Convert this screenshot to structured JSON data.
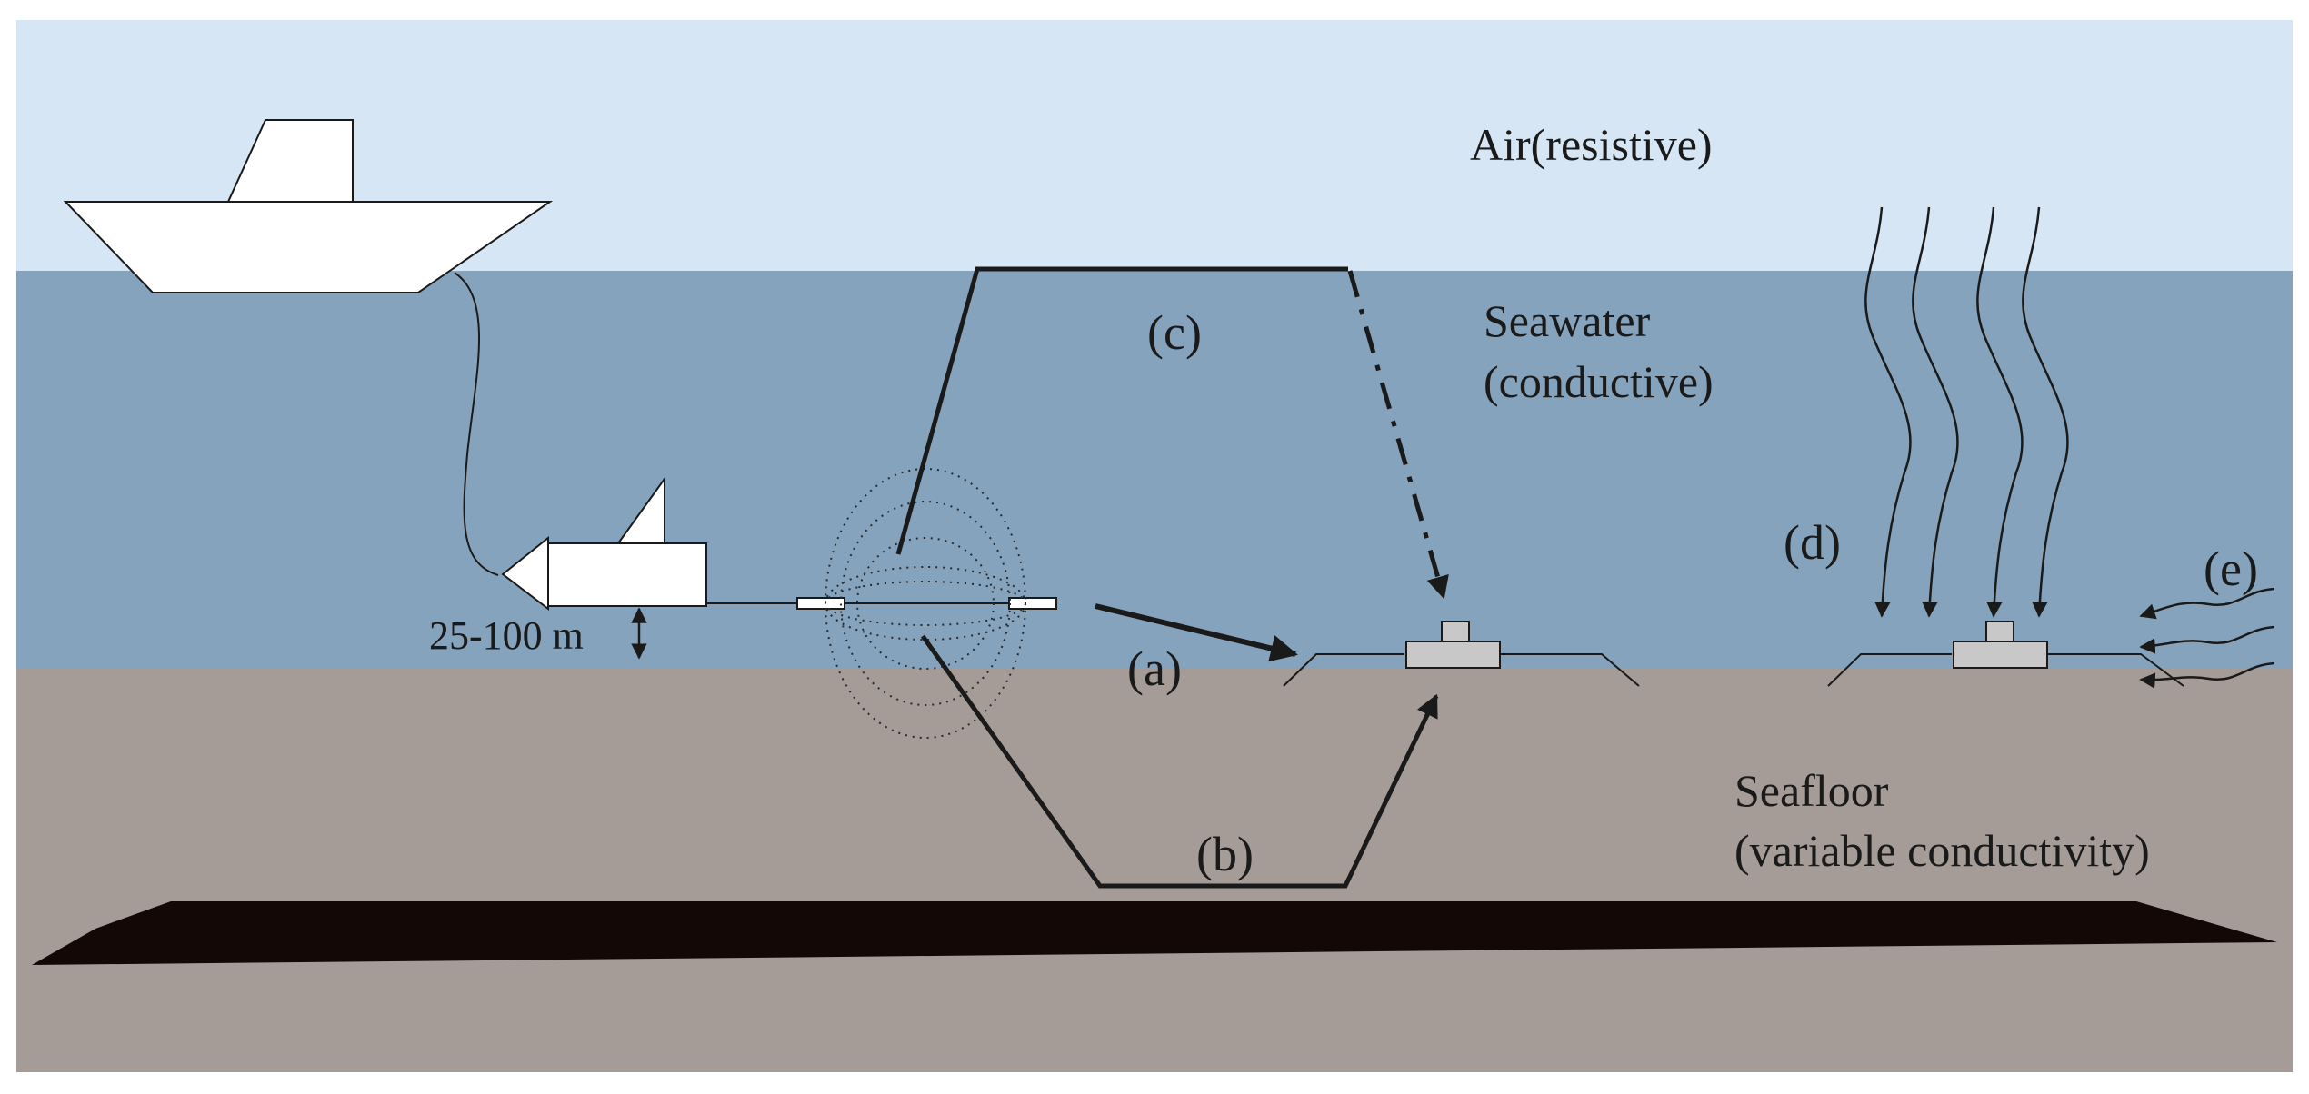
{
  "layers": {
    "air": "Air(resistive)",
    "seawater_line1": "Seawater",
    "seawater_line2": "(conductive)",
    "seafloor_line1": "Seafloor",
    "seafloor_line2": "(variable conductivity)"
  },
  "depth_label": "25-100 m",
  "paths": {
    "a": "(a)",
    "b": "(b)",
    "c": "(c)",
    "d": "(d)",
    "e": "(e)"
  },
  "colors": {
    "air": "#d6e6f5",
    "seawater": "#86a3bd",
    "seafloor": "#a59b97",
    "target_body": "#140807",
    "receiver": "#c8c8c8"
  }
}
